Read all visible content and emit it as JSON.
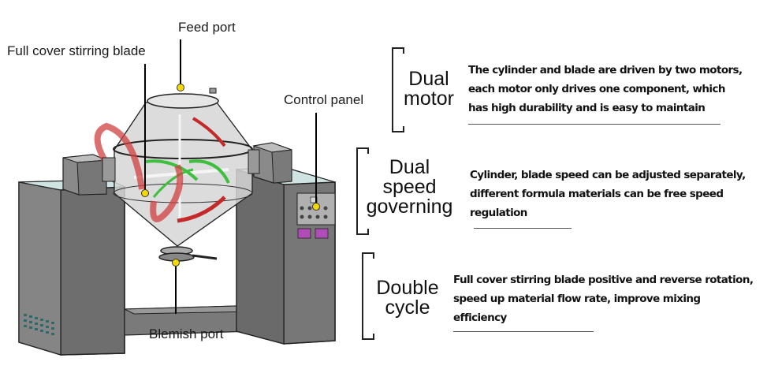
{
  "diagram": {
    "subject": "Double cone mixer with stirring blade",
    "callouts": [
      {
        "id": "feed-port",
        "label": "Feed port"
      },
      {
        "id": "stirring-blade",
        "label": "Full cover stirring blade"
      },
      {
        "id": "control-panel",
        "label": "Control panel"
      },
      {
        "id": "blemish-port",
        "label": "Blemish port"
      }
    ],
    "features": [
      {
        "title_lines": [
          "Dual",
          "motor"
        ],
        "description_lines": [
          "The cylinder and blade are driven by two motors,",
          "each motor only drives one component, which",
          "has high durability and is easy to maintain"
        ]
      },
      {
        "title_lines": [
          "Dual",
          "speed",
          "governing"
        ],
        "description_lines": [
          "Cylinder, blade speed can be adjusted separately,",
          "different formula materials can be free speed",
          "regulation"
        ]
      },
      {
        "title_lines": [
          "Double",
          "cycle"
        ],
        "description_lines": [
          "Full cover stirring blade positive and reverse rotation,",
          "speed up material flow rate, improve mixing",
          "efficiency"
        ]
      }
    ],
    "colors": {
      "cabinet": "#7d7d7d",
      "cabinet_dark": "#5e5e5e",
      "cabinet_top": "#c8dede",
      "vessel": "#d9d9d9",
      "rotation_arrow": "#d04040",
      "blade_green": "#3fbf3f",
      "blade_red": "#c42a2a",
      "panel_button": "#b04cb8",
      "marker": "#f5d800"
    }
  }
}
